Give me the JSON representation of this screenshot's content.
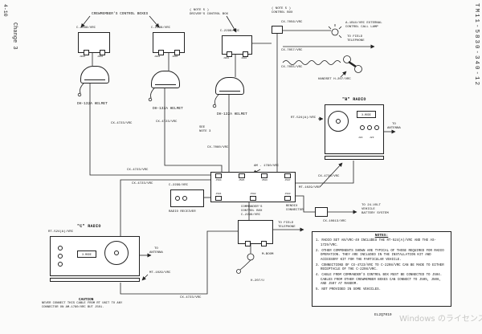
{
  "page": {
    "left_top_vertical": "4-10",
    "left_bottom_vertical": "Change 3",
    "right_vertical": "TM11-5830-340-12",
    "figure_number": "EL2Q7019",
    "watermark": "Windows のライセンス認"
  },
  "labels": {
    "crew_bracket": "CREWMEMBER'S CONTROL BOXES",
    "c2298": "C-2298/VRC",
    "note5": "( NOTE 5 )",
    "drivers_box": "DRIVER'S CONTROL BOX",
    "control_box": "CONTROL BOX",
    "cx7056": "CX-7056/VRC",
    "cx7057": "CX-7057/VRC",
    "cx7055": "CX-7055/VRC",
    "call_lamp1": "A-1B1U/VRC  EXTERNAL",
    "call_lamp2": "CONTROL CALL LAMP",
    "to_field_tel1": "TO FIELD",
    "to_field_tel2": "TELEPHONE",
    "handset": "HANDSET H-207/VRC",
    "helmet": "DH-132A HELMET",
    "cx4723": "CX-4723/VRC",
    "see1": "SEE",
    "see2": "NOTE 3",
    "cx7060": "CX-7060/VRC",
    "b_radio": "\"B\" RADIO",
    "c_radio": "\"C\" RADIO",
    "rt524": "RT-524(A)/VRC",
    "x_mode": "X-MODE",
    "to_ant1": "TO",
    "to_ant2": "ANTENNA",
    "mt1029": "MT-1029/VRC",
    "cx4720": "CX-4720/VRC",
    "am1780": "AM - 1780/VRC",
    "c2299": "C-2299/VRC",
    "receiver": "RADIO RECEIVER",
    "cmdr1": "COMMANDER'S",
    "cmdr2": "CONTROL BOX",
    "cmdr3": "C-2296/VRC",
    "m_boom": "M-BOOM",
    "h207u": "H-207/U",
    "bendix1": "BENDIX",
    "bendix2": "CONNECTOR",
    "cx10613": "CX-10613/VRC",
    "bat1": "TO 24-VOLT",
    "bat2": "VEHICLE",
    "bat3": "BATTERY SYSTEM"
  },
  "connectors": {
    "crew": [
      "J801",
      "J802"
    ],
    "am_top": [
      "J504",
      "J505",
      "J506",
      "J507"
    ],
    "am_bottom": [
      "J501",
      "J502",
      "J503"
    ],
    "radio": [
      "J22",
      "J23"
    ]
  },
  "notes": {
    "title": "NOTES:",
    "items": [
      "1. RADIO SET AN/VRC-49 INCLUDES THE RT-524(A)/VRC AND THE AS-1729/VRC.",
      "2. OTHER COMPONENTS SHOWN ARE TYPICAL OF THOSE REQUIRED FOR RADIO OPERATION. THEY ARE INCLUDED IN THE INSTALLATION KIT AND ACCESSORY KIT FOR THE PARTICULAR VEHICLE.",
      "3. CONNECTIONS OF CX-4723/VRC TO C-2298/VRC CAN BE MADE TO EITHER RECEPTACLE OF THE C-2298/VRC.",
      "4. CABLE FROM COMMANDER'S CONTROL BOX MUST BE CONNECTED TO J504. CABLES FROM OTHER CREWMEMBER BOXES CAN CONNECT TO J505, J506, AND J507 AT RANDOM.",
      "5. NOT PROVIDED IN SOME VEHICLES."
    ]
  },
  "caution": {
    "title": "CAUTION",
    "line1": "NEVER CONNECT THIS CABLE FROM RT UNIT TO ANY",
    "line2": "CONNECTOR ON AM-1780/VRC BUT J501."
  }
}
